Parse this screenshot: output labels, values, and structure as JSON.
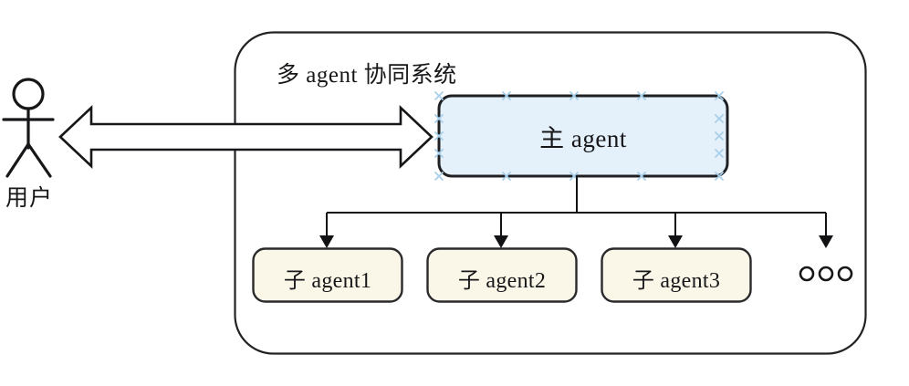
{
  "diagram": {
    "title": "多 agent 协同系统",
    "actor": {
      "label": "用户",
      "icon": "stick-figure-person-icon"
    },
    "link": {
      "icon": "bidirectional-arrow-icon",
      "direction": "both"
    },
    "main_agent": {
      "label": "主 agent",
      "fill": "#e4f0fa",
      "stroke": "#1f2023",
      "selected": true,
      "handle_color": "#a8d0ea",
      "handle_icon": "selection-handle-x-icon"
    },
    "children": [
      {
        "label": "子 agent1"
      },
      {
        "label": "子 agent2"
      },
      {
        "label": "子 agent3"
      }
    ],
    "more_indicator": {
      "icon": "ellipsis-circles-icon",
      "count": 3
    },
    "colors": {
      "child_fill": "#fbf7e8",
      "child_stroke": "#2a2a2c",
      "container_stroke": "#222225",
      "connector_stroke": "#121214",
      "background": "#ffffff"
    }
  }
}
